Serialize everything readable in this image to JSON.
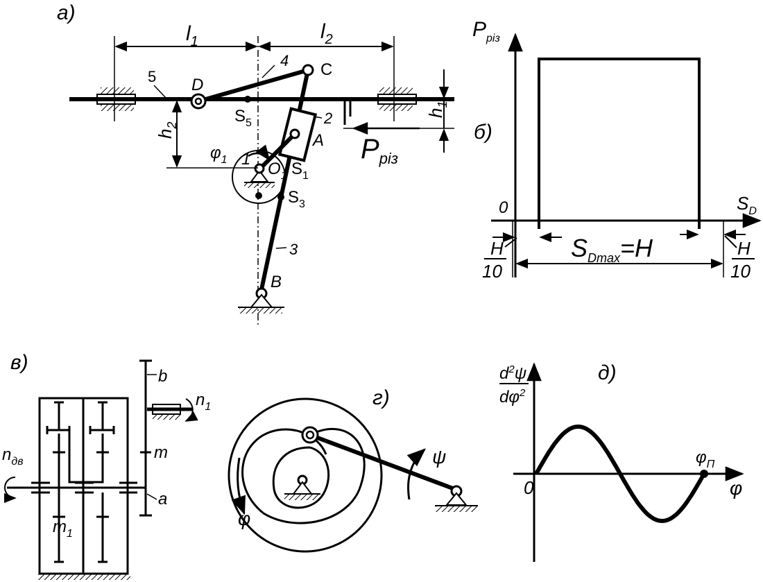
{
  "colors": {
    "ink": "#000000",
    "background": "#ffffff"
  },
  "panel_a": {
    "tag": "а)",
    "labels": {
      "l1": "l",
      "l1_sub": "1",
      "l2": "l",
      "l2_sub": "2",
      "link4": "4",
      "link5": "5",
      "link2": "2",
      "link1": "1",
      "link3": "3",
      "jointC": "C",
      "jointD": "D",
      "jointA": "A",
      "jointB": "B",
      "jointO": "O",
      "jointO_sub": "1",
      "s5": "S",
      "s5_sub": "5",
      "s1": "S",
      "s1_sub": "1",
      "s3": "S",
      "s3_sub": "3",
      "phi": "φ",
      "phi_sub": "1",
      "h1": "h",
      "h1_sub": "1",
      "h2": "h",
      "h2_sub": "2",
      "force": "P",
      "force_sub": "різ"
    }
  },
  "panel_b": {
    "tag": "б)",
    "ylabel": "P",
    "ylabel_sub": "різ",
    "xlabel": "S",
    "xlabel_sub": "D",
    "origin": "0",
    "stroke_label": "S",
    "stroke_sub": "Dmax",
    "stroke_eq": "=H",
    "frac_num": "H",
    "frac_den": "10"
  },
  "panel_v": {
    "tag": "в)",
    "labels": {
      "b": "b",
      "n1": "n",
      "n1_sub": "1",
      "m": "m",
      "a": "a",
      "ndv": "n",
      "ndv_sub": "дв",
      "m1": "m",
      "m1_sub": "1"
    }
  },
  "panel_g": {
    "tag": "г)",
    "labels": {
      "psi": "ψ",
      "phi": "φ"
    }
  },
  "panel_d": {
    "tag": "д)",
    "ylabel_num": "d",
    "ylabel_num_sup": "2",
    "ylabel_num_tail": "ψ",
    "ylabel_den": "dφ",
    "ylabel_den_sup": "2",
    "xlabel": "φ",
    "origin": "0",
    "end_label": "φ",
    "end_sub": "П"
  }
}
